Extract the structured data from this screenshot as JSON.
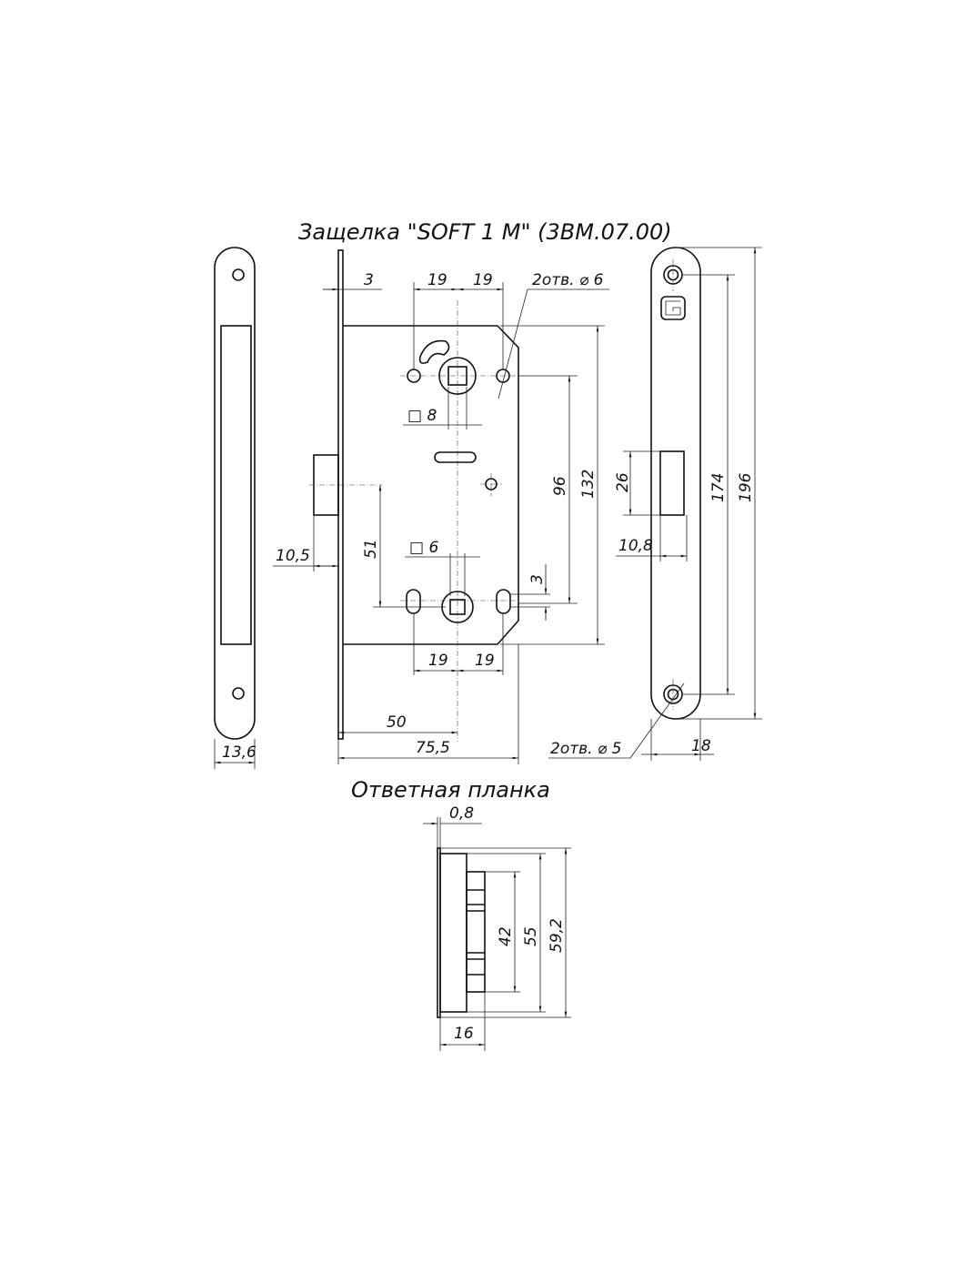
{
  "title": "Защелка \"SOFT 1 M\" (3BM.07.00)",
  "strike_title": "Ответная планка",
  "logo_letter": "G",
  "colors": {
    "line": "#111111",
    "background": "#ffffff"
  },
  "dims": {
    "faceplate_thickness": "3",
    "top_hole_left": "19",
    "top_hole_right": "19",
    "holes_top": "2отв. ⌀ 6",
    "square_top": "□ 8",
    "spacing_96": "96",
    "height_132": "132",
    "spacing_51": "51",
    "latch_projection": "10,5",
    "square_bottom": "□ 6",
    "offset_3": "3",
    "bottom_hole_left": "19",
    "bottom_hole_right": "19",
    "backset": "50",
    "depth": "75,5",
    "side_width": "13,6",
    "latch_height": "26",
    "latch_width": "10,8",
    "hole_spacing_174": "174",
    "length_196": "196",
    "faceplate_width": "18",
    "holes_bottom": "2отв. ⌀ 5",
    "strike_thickness": "0,8",
    "strike_42": "42",
    "strike_55": "55",
    "strike_59": "59,2",
    "strike_depth": "16"
  }
}
